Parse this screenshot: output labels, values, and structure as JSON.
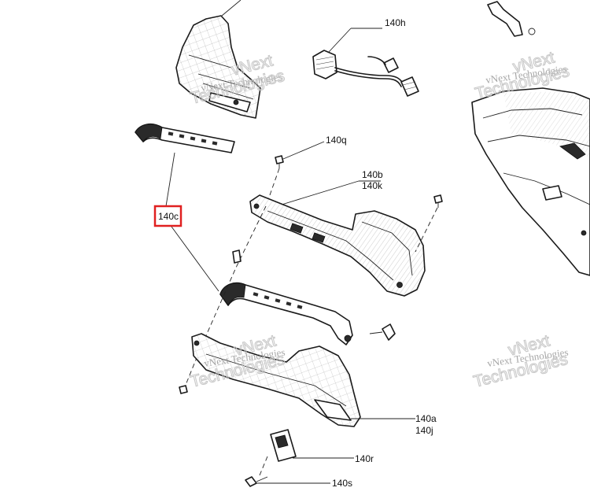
{
  "callouts": {
    "c140h": "140h",
    "c140q": "140q",
    "c140b": "140b",
    "c140k": "140k",
    "c140c": "140c",
    "c140a": "140a",
    "c140j": "140j",
    "c140r": "140r",
    "c140s": "140s"
  },
  "watermark": {
    "small": "vNext Technologies",
    "big": "Technologies",
    "big_prefix": "vNext"
  },
  "colors": {
    "highlight": "#e02020",
    "line": "#1a1a1a"
  }
}
